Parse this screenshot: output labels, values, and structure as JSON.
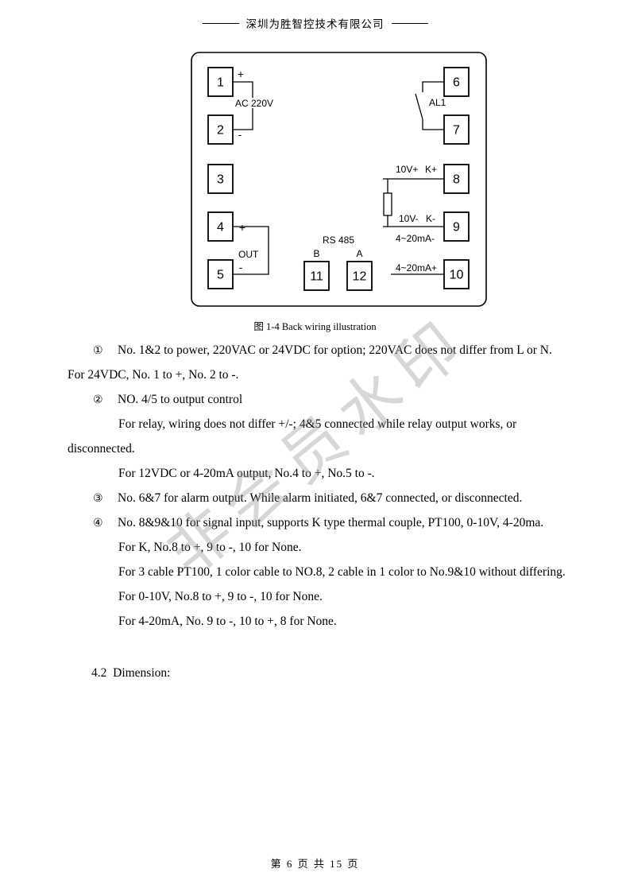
{
  "page": {
    "header_company": "深圳为胜智控技术有限公司",
    "footer_page_info": "第 6 页 共 15 页",
    "watermark_text": "非会员水印"
  },
  "diagram": {
    "caption": "图 1-4 Back wiring illustration",
    "terminals": {
      "t1": "1",
      "t2": "2",
      "t3": "3",
      "t4": "4",
      "t5": "5",
      "t6": "6",
      "t7": "7",
      "t8": "8",
      "t9": "9",
      "t10": "10",
      "t11": "11",
      "t12": "12"
    },
    "labels": {
      "plus_top": "+",
      "ac220v": "AC 220V",
      "minus_top": "-",
      "plus_out": "+",
      "out": "OUT",
      "minus_out": "-",
      "rs485": "RS 485",
      "b": "B",
      "a": "A",
      "al1": "AL1",
      "sig_10vp": "10V+",
      "sig_kp": "K+",
      "sig_10vm": "10V-",
      "sig_km": "K-",
      "sig_420ma_minus": "4~20mA-",
      "sig_420ma_plus": "4~20mA+"
    }
  },
  "notes": {
    "lines": [
      {
        "bullet": "①",
        "text": "No. 1&2 to power, 220VAC or 24VDC for option; 220VAC does not differ from L or N."
      },
      {
        "bullet": "",
        "text": "For 24VDC, No. 1 to +, No. 2 to -."
      },
      {
        "bullet": "②",
        "text": "NO. 4/5 to output control"
      },
      {
        "bullet": "",
        "text": "For relay, wiring does not differ +/-; 4&5 connected while relay output works, or"
      },
      {
        "bullet": "",
        "text": "disconnected."
      },
      {
        "bullet": "",
        "text": "For 12VDC or 4-20mA output, No.4 to +, No.5 to -."
      },
      {
        "bullet": "③",
        "text": "No. 6&7 for alarm output. While alarm initiated, 6&7 connected, or disconnected."
      },
      {
        "bullet": "④",
        "text": "No. 8&9&10 for signal input, supports K type thermal couple, PT100, 0-10V, 4-20ma."
      },
      {
        "bullet": "",
        "text": "For K, No.8 to +, 9 to -, 10 for None."
      },
      {
        "bullet": "",
        "text": "For 3 cable PT100, 1 color cable to NO.8, 2 cable in 1 color to No.9&10 without differing."
      },
      {
        "bullet": "",
        "text": "For 0-10V, No.8 to +, 9 to -, 10 for None."
      },
      {
        "bullet": "",
        "text": "For 4-20mA, No. 9 to -, 10 to +, 8 for None."
      }
    ]
  },
  "section": {
    "dimension_heading": "4.2  Dimension:"
  }
}
